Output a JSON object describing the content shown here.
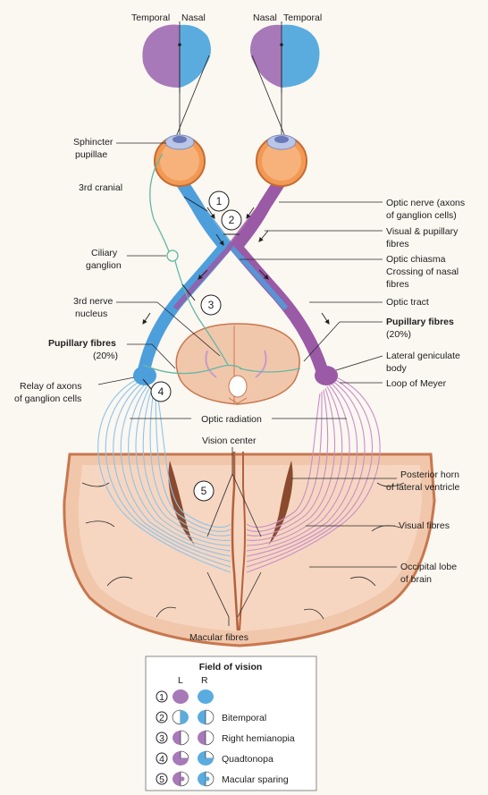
{
  "colors": {
    "temporal_field": "#a779b8",
    "nasal_field": "#5aacdf",
    "left_pathway": "#4d9fdc",
    "right_pathway": "#9a5aa6",
    "cortex": "#f1c7ac",
    "cortex_dark": "#c8774e",
    "ciliary": "#62b7a3"
  },
  "labels": {
    "left_eye_temporal": "Temporal",
    "left_eye_nasal": "Nasal",
    "right_eye_nasal": "Nasal",
    "right_eye_temporal": "Temporal",
    "sphincter": [
      "Sphincter",
      "pupillae"
    ],
    "third_cranial": "3rd cranial",
    "ciliary_ganglion": [
      "Ciliary",
      "ganglion"
    ],
    "third_nerve_nucleus": [
      "3rd nerve",
      "nucleus"
    ],
    "pupillary_fibres_left": [
      "Pupillary fibres",
      "(20%)"
    ],
    "relay": [
      "Relay of axons",
      "of ganglion cells"
    ],
    "optic_nerve": [
      "Optic nerve (axons",
      "of ganglion cells)"
    ],
    "visual_pupillary": [
      "Visual & pupillary",
      "fibres"
    ],
    "optic_chiasma": [
      "Optic chiasma",
      "Crossing of nasal",
      "fibres"
    ],
    "optic_tract": "Optic tract",
    "pupillary_fibres_right": [
      "Pupillary fibres",
      "(20%)"
    ],
    "lgb": [
      "Lateral geniculate",
      "body"
    ],
    "loop_of_meyer": "Loop of Meyer",
    "optic_radiation": "Optic radiation",
    "vision_center": "Vision center",
    "posterior_horn": [
      "Posterior horn",
      "of lateral ventricle"
    ],
    "visual_fibres": "Visual fibres",
    "occipital_lobe": [
      "Occipital lobe",
      "of brain"
    ],
    "macular_fibres": "Macular fibres"
  },
  "lesion_markers": [
    "1",
    "2",
    "3",
    "4",
    "5"
  ],
  "legend": {
    "title": "Field of vision",
    "col_left": "L",
    "col_right": "R",
    "rows": [
      {
        "num": "1",
        "label": ""
      },
      {
        "num": "2",
        "label": "Bitemporal"
      },
      {
        "num": "3",
        "label": "Right hemianopia"
      },
      {
        "num": "4",
        "label": "Quadtonopa"
      },
      {
        "num": "5",
        "label": "Macular sparing"
      }
    ]
  }
}
